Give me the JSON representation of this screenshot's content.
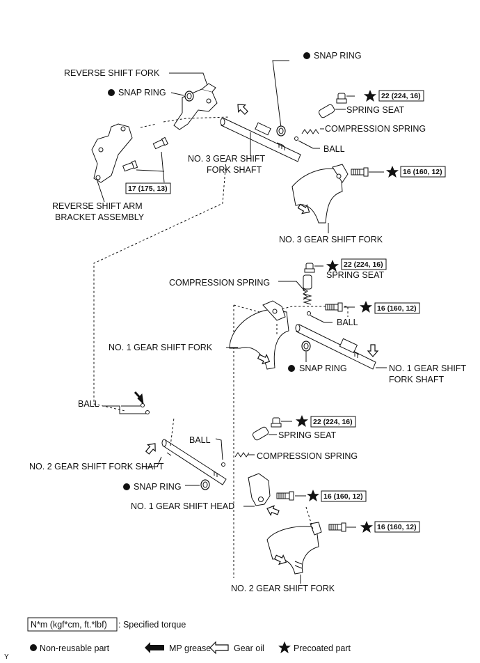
{
  "labels": {
    "reverse_shift_fork": "REVERSE SHIFT FORK",
    "snap_ring_top_left": "SNAP RING",
    "snap_ring_top_right": "SNAP RING",
    "spring_seat_1": "SPRING SEAT",
    "compression_spring_1": "COMPRESSION SPRING",
    "ball_1": "BALL",
    "no3_fork_shaft_l1": "NO. 3 GEAR SHIFT",
    "no3_fork_shaft_l2": "FORK SHAFT",
    "reverse_arm_l1": "REVERSE SHIFT ARM",
    "reverse_arm_l2": "BRACKET ASSEMBLY",
    "no3_fork": "NO. 3 GEAR SHIFT FORK",
    "spring_seat_2": "SPRING SEAT",
    "compression_spring_2": "COMPRESSION SPRING",
    "ball_2": "BALL",
    "no1_fork": "NO. 1 GEAR SHIFT FORK",
    "snap_ring_mid": "SNAP RING",
    "no1_shaft_l1": "NO. 1 GEAR SHIFT",
    "no1_shaft_l2": "FORK SHAFT",
    "ball_left": "BALL",
    "ball_3": "BALL",
    "spring_seat_3": "SPRING SEAT",
    "compression_spring_3": "COMPRESSION SPRING",
    "no2_shaft": "NO. 2 GEAR SHIFT FORK SHAFT",
    "snap_ring_bottom": "SNAP RING",
    "no1_head": "NO. 1 GEAR SHIFT HEAD",
    "no2_fork": "NO. 2 GEAR SHIFT FORK",
    "corner_mark": "Y"
  },
  "torques": {
    "t1": "22 (224, 16)",
    "t2": "17 (175, 13)",
    "t3": "16 (160, 12)",
    "t4": "22 (224, 16)",
    "t5": "16 (160, 12)",
    "t6": "22 (224, 16)",
    "t7": "16 (160, 12)",
    "t8": "16 (160, 12)"
  },
  "legend": {
    "torque_unit": "N*m (kgf*cm, ft.*lbf)",
    "torque_desc": ": Specified torque",
    "non_reusable": "Non-reusable part",
    "mp_grease": "MP grease",
    "gear_oil": "Gear oil",
    "precoated": "Precoated part"
  },
  "colors": {
    "line": "#111111",
    "fill": "#ffffff"
  }
}
